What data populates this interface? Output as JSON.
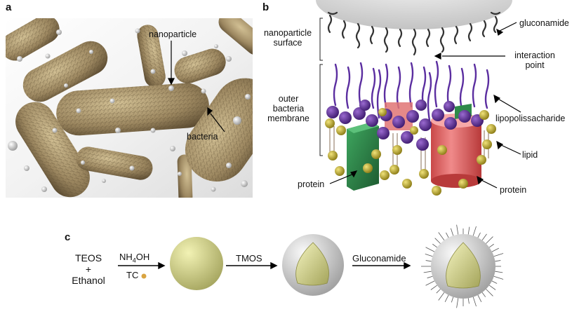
{
  "panel_a": {
    "letter": "a",
    "label_nanoparticle": "nanoparticle",
    "label_bacteria": "bacteria"
  },
  "panel_b": {
    "letter": "b",
    "label_nanoparticle_surface_1": "nanoparticle",
    "label_nanoparticle_surface_2": "surface",
    "label_gluconamide": "gluconamide",
    "label_interaction_1": "interaction",
    "label_interaction_2": "point",
    "label_membrane_1": "outer",
    "label_membrane_2": "bacteria",
    "label_membrane_3": "membrane",
    "label_lps": "lipopolissacharide",
    "label_lipid": "lipid",
    "label_protein_left": "protein",
    "label_protein_right": "protein"
  },
  "panel_c": {
    "letter": "c",
    "reactant_1": "TEOS",
    "reactant_plus": "+",
    "reactant_2": "Ethanol",
    "reagent_1_main": "NH",
    "reagent_1_sub": "4",
    "reagent_1_tail": "OH",
    "reagent_2": "TC",
    "reagent_3": "TMOS",
    "reagent_4": "Gluconamide"
  },
  "colors": {
    "bacteria": "#a8946a",
    "nanoparticle": "#e8e8e8",
    "lps_head": "#5a2a8f",
    "lipid_head": "#c9b22a",
    "protein_green": "#2f8a4a",
    "protein_red": "#e06a6a",
    "core": "#d8d88a",
    "tc_dot": "#d9a441"
  }
}
